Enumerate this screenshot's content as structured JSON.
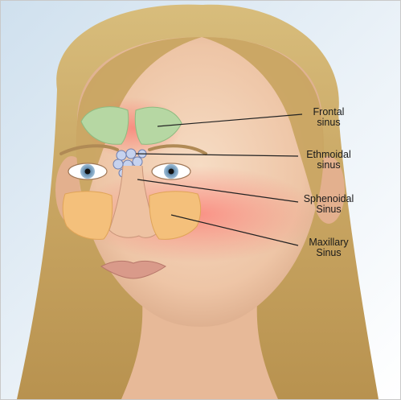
{
  "labels": {
    "frontal": {
      "line1": "Frontal",
      "line2": "sinus"
    },
    "ethmoidal": {
      "line1": "Ethmoidal",
      "line2": "sinus"
    },
    "sphenoidal": {
      "line1": "Sphenoidal",
      "line2": "Sinus"
    },
    "maxillary": {
      "line1": "Maxillary",
      "line2": "Sinus"
    }
  },
  "colors": {
    "background_top": "#dfeaf3",
    "skin": "#f0cdb0",
    "hair": "#c9a865",
    "frontal_sinus": "#b7d8a4",
    "maxillary_sinus": "#f3c07a",
    "ethmoidal_sinus": "#b9c7e8",
    "inflammation_glow": "#ff6f6f",
    "iris": "#8fb2cf"
  }
}
